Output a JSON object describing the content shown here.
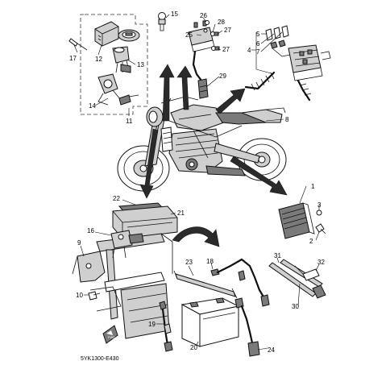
{
  "diagram": {
    "code": "5YK1300-E430",
    "callouts": [
      {
        "id": "c1",
        "text": "1"
      },
      {
        "id": "c2",
        "text": "2"
      },
      {
        "id": "c3",
        "text": "3"
      },
      {
        "id": "c4",
        "text": "4"
      },
      {
        "id": "c5",
        "text": "5"
      },
      {
        "id": "c6",
        "text": "6"
      },
      {
        "id": "c7",
        "text": "7"
      },
      {
        "id": "c8",
        "text": "8"
      },
      {
        "id": "c9",
        "text": "9"
      },
      {
        "id": "c10",
        "text": "10"
      },
      {
        "id": "c11",
        "text": "11"
      },
      {
        "id": "c12",
        "text": "12"
      },
      {
        "id": "c13",
        "text": "13"
      },
      {
        "id": "c14",
        "text": "14"
      },
      {
        "id": "c15",
        "text": "15"
      },
      {
        "id": "c16",
        "text": "16"
      },
      {
        "id": "c17",
        "text": "17"
      },
      {
        "id": "c18",
        "text": "18"
      },
      {
        "id": "c19",
        "text": "19"
      },
      {
        "id": "c20",
        "text": "20"
      },
      {
        "id": "c21",
        "text": "21"
      },
      {
        "id": "c22",
        "text": "22"
      },
      {
        "id": "c23",
        "text": "23"
      },
      {
        "id": "c24",
        "text": "24"
      },
      {
        "id": "c25",
        "text": "25"
      },
      {
        "id": "c26",
        "text": "26"
      },
      {
        "id": "c27a",
        "text": "27"
      },
      {
        "id": "c27b",
        "text": "27"
      },
      {
        "id": "c28",
        "text": "28"
      },
      {
        "id": "c29",
        "text": "29"
      },
      {
        "id": "c30",
        "text": "30"
      },
      {
        "id": "c31",
        "text": "31"
      },
      {
        "id": "c32",
        "text": "32"
      }
    ]
  }
}
